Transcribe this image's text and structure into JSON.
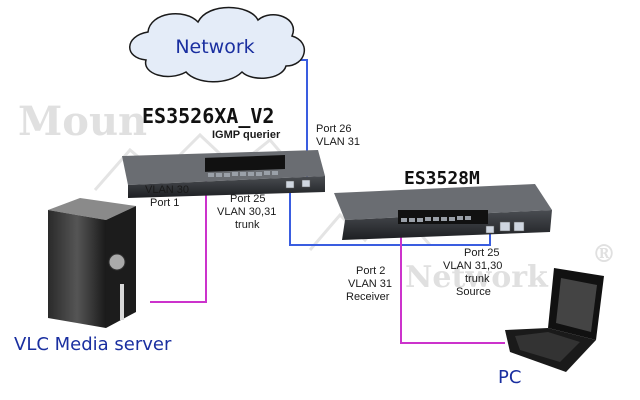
{
  "colors": {
    "uplink": "#3a5de0",
    "trunk": "#3a5de0",
    "access": "#cc33cc",
    "cloud_fill": "#e4ecf8",
    "label_blue": "#1a2fa0"
  },
  "watermark": {
    "left": "Moun",
    "right": "Network",
    "reg": "®"
  },
  "cloud": {
    "label": "Network"
  },
  "switch_a": {
    "name": "ES3526XA_V2",
    "role": "IGMP querier",
    "uplink_port": "Port 26",
    "uplink_vlan": "VLAN 31",
    "access_vlan": "VLAN 30",
    "access_port": "Port 1",
    "trunk_port": "Port 25",
    "trunk_vlan": "VLAN 30,31",
    "trunk_mode": "trunk"
  },
  "switch_b": {
    "name": "ES3528M",
    "trunk_port": "Port 25",
    "trunk_vlan": "VLAN 31,30",
    "trunk_mode": "trunk",
    "trunk_role": "Source",
    "access_port": "Port 2",
    "access_vlan": "VLAN 31",
    "access_role": "Receiver"
  },
  "server": {
    "label": "VLC Media server"
  },
  "pc": {
    "label": "PC"
  }
}
